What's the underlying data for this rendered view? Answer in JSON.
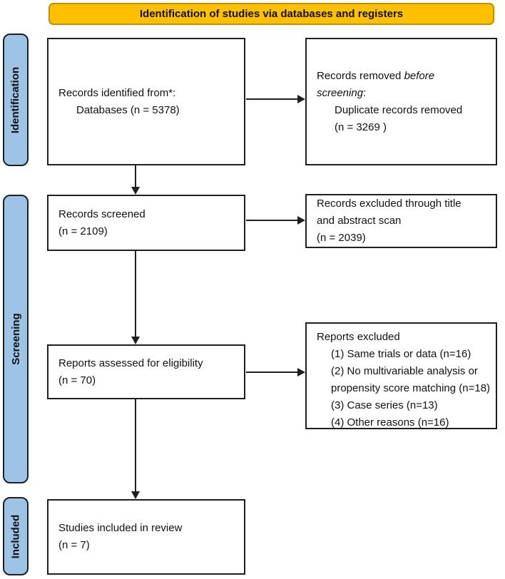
{
  "banner": {
    "title": "Identification of studies via databases and registers"
  },
  "sidebar": {
    "identification_label": "Identification",
    "screening_label": "Screening",
    "included_label": "Included"
  },
  "boxes": {
    "records_identified": {
      "line1": "Records identified from*:",
      "line2_indented": "Databases (n = 5378)"
    },
    "records_removed": {
      "line1_regular": "Records removed",
      "line1_italic": "before",
      "line2_italic": "screening",
      "line2_regular": ":",
      "line3_indented": "Duplicate records removed",
      "line4_indented": "(n = 3269 )"
    },
    "records_screened": {
      "line1": "Records screened",
      "line2": "(n = 2109)"
    },
    "records_excluded": {
      "line1": "Records excluded through title",
      "line2": "and abstract scan",
      "line3": "(n = 2039)"
    },
    "reports_assessed": {
      "line1": "Reports assessed for eligibility",
      "line2": "(n = 70)"
    },
    "reports_excluded": {
      "title": "Reports excluded",
      "items": [
        "(1) Same trials or data (n=16)",
        "(2) No multivariable analysis or propensity score matching (n=18)",
        "(3) Case series (n=13)",
        "(4) Other reasons (n=16)"
      ]
    },
    "studies_included": {
      "line1": "Studies included in review",
      "line2": "(n = 7)"
    }
  },
  "colors": {
    "banner_fill": "#FFC000",
    "banner_border": "#BF9000",
    "sidebar_fill": "#9DC3E6",
    "line_color": "#1f1f1f",
    "text_color": "#111111"
  }
}
